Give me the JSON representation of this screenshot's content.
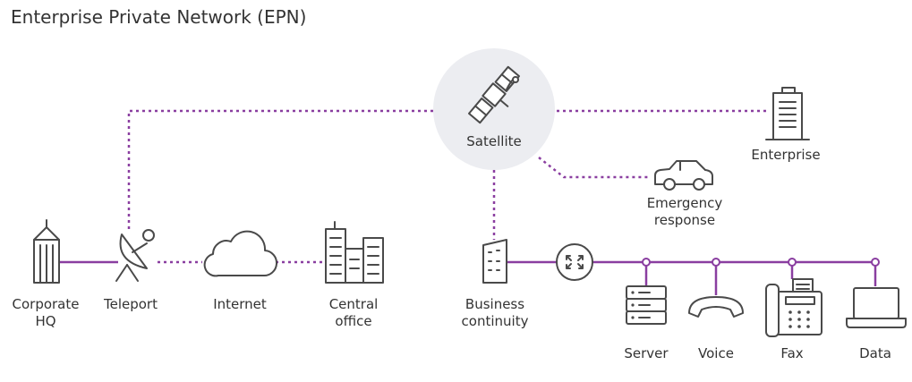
{
  "title": "Enterprise Private Network (EPN)",
  "colors": {
    "link": "#8a3ea0",
    "icon": "#4a4a4a",
    "satellite_bg": "#ecedf1"
  },
  "nodes": {
    "satellite": "Satellite",
    "enterprise": "Enterprise",
    "emergency": [
      "Emergency",
      "response"
    ],
    "corporate_hq": [
      "Corporate",
      "HQ"
    ],
    "teleport": "Teleport",
    "internet": "Internet",
    "central_office": [
      "Central",
      "office"
    ],
    "business_continuity": [
      "Business",
      "continuity"
    ],
    "server": "Server",
    "voice": "Voice",
    "fax": "Fax",
    "data": "Data"
  },
  "icons": {
    "satellite": "satellite-icon",
    "enterprise": "office-tower-icon",
    "emergency": "car-icon",
    "corporate_hq": "skyscraper-icon",
    "teleport": "satellite-dish-icon",
    "internet": "cloud-icon",
    "central_office": "city-buildings-icon",
    "business_continuity": "building-icon",
    "router": "router-icon",
    "server": "server-icon",
    "voice": "telephone-handset-icon",
    "fax": "fax-machine-icon",
    "data": "laptop-icon"
  }
}
